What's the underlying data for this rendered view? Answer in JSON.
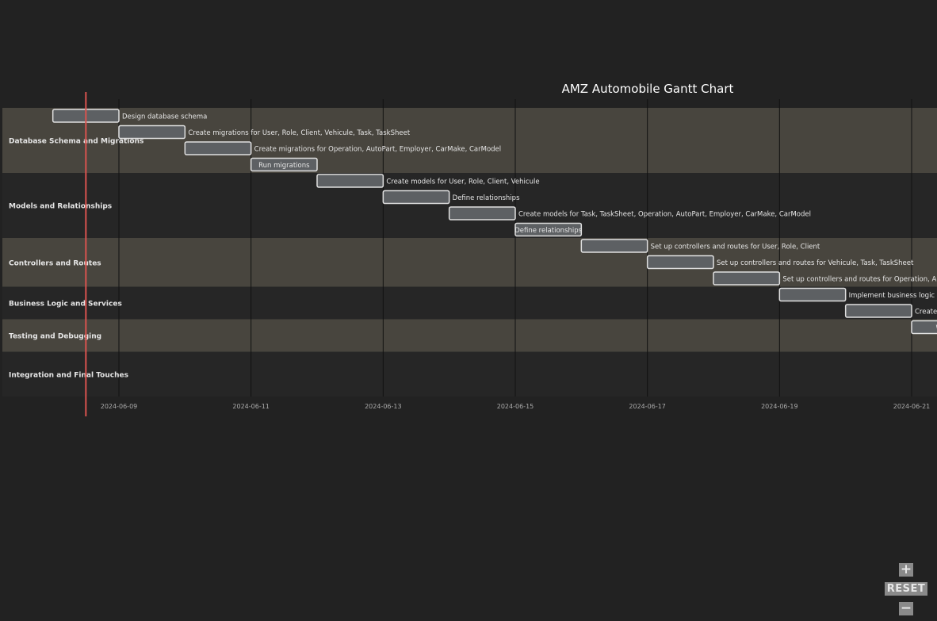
{
  "chart_data": {
    "type": "gantt",
    "title": "AMZ Automobile Gantt Chart",
    "today_marker": "2024-06-08T12:00",
    "x_range": [
      "2024-06-07T12:00",
      "2024-06-21T12:00"
    ],
    "ticks": [
      "2024-06-09",
      "2024-06-11",
      "2024-06-13",
      "2024-06-15",
      "2024-06-17",
      "2024-06-19",
      "2024-06-21"
    ],
    "sections": [
      {
        "name": "Database Schema and Migrations",
        "shaded": true
      },
      {
        "name": "Models and Relationships",
        "shaded": false
      },
      {
        "name": "Controllers and Routes",
        "shaded": true
      },
      {
        "name": "Business Logic and Services",
        "shaded": false
      },
      {
        "name": "Testing and Debugging",
        "shaded": true
      },
      {
        "name": "Integration and Final Touches",
        "shaded": false
      }
    ],
    "tasks": [
      {
        "section": 0,
        "label": "Design database schema",
        "start": "2024-06-08",
        "end": "2024-06-09",
        "label_inside": false
      },
      {
        "section": 0,
        "label": "Create migrations for User, Role, Client, Vehicule, Task, TaskSheet",
        "start": "2024-06-09",
        "end": "2024-06-10",
        "label_inside": false
      },
      {
        "section": 0,
        "label": "Create migrations for Operation, AutoPart, Employer, CarMake, CarModel",
        "start": "2024-06-10",
        "end": "2024-06-11",
        "label_inside": false
      },
      {
        "section": 0,
        "label": "Run migrations",
        "start": "2024-06-11",
        "end": "2024-06-12",
        "label_inside": true
      },
      {
        "section": 1,
        "label": "Create models for User, Role, Client, Vehicule",
        "start": "2024-06-12",
        "end": "2024-06-13",
        "label_inside": false
      },
      {
        "section": 1,
        "label": "Define relationships",
        "start": "2024-06-13",
        "end": "2024-06-14",
        "label_inside": false
      },
      {
        "section": 1,
        "label": "Create models for Task, TaskSheet, Operation, AutoPart, Employer, CarMake, CarModel",
        "start": "2024-06-14",
        "end": "2024-06-15",
        "label_inside": false
      },
      {
        "section": 1,
        "label": "Define relationships",
        "start": "2024-06-15",
        "end": "2024-06-16",
        "label_inside": true
      },
      {
        "section": 2,
        "label": "Set up controllers and routes for User, Role, Client",
        "start": "2024-06-16",
        "end": "2024-06-17",
        "label_inside": false
      },
      {
        "section": 2,
        "label": "Set up controllers and routes for Vehicule, Task, TaskSheet",
        "start": "2024-06-17",
        "end": "2024-06-18",
        "label_inside": false
      },
      {
        "section": 2,
        "label": "Set up controllers and routes for Operation, Au",
        "start": "2024-06-18",
        "end": "2024-06-19",
        "label_inside": false
      },
      {
        "section": 3,
        "label": "Implement business logic i",
        "start": "2024-06-19",
        "end": "2024-06-20",
        "label_inside": false
      },
      {
        "section": 3,
        "label": "Create",
        "start": "2024-06-20",
        "end": "2024-06-21",
        "label_inside": false
      },
      {
        "section": 4,
        "label": "Write",
        "start": "2024-06-21",
        "end": "2024-06-22",
        "label_inside": true
      }
    ],
    "colors": {
      "background": "#222222",
      "band_shaded": "#48453e",
      "band_plain": "#262626",
      "bar_fill": "#5d6063",
      "bar_stroke": "#e0e0e0",
      "grid": "#111111",
      "today_line": "#d9534f",
      "text": "#e6e6e6",
      "tick_text": "#aaaaaa"
    }
  },
  "zoom_controls": {
    "zoom_in": "+",
    "reset": "RESET",
    "zoom_out": "−"
  }
}
